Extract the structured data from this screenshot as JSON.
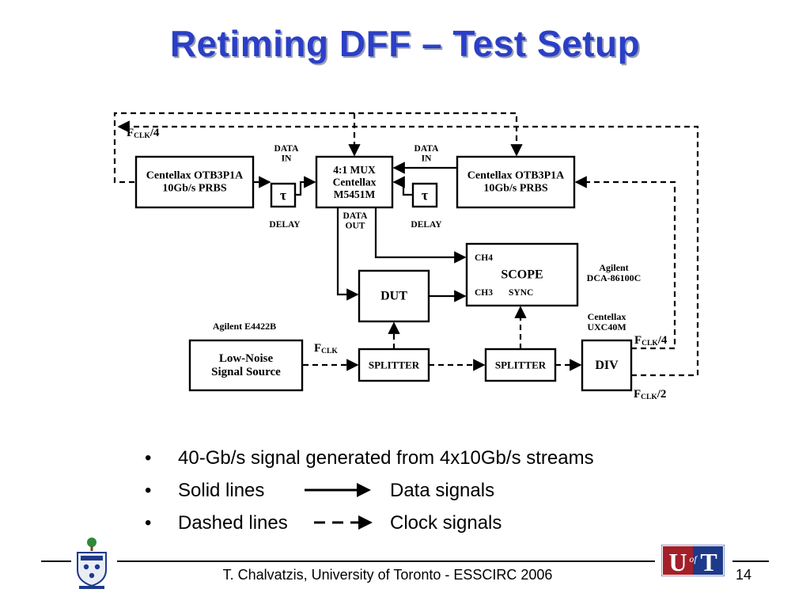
{
  "slide": {
    "title": "Retiming DFF – Test Setup",
    "bullets": [
      {
        "text": "40-Gb/s signal generated from 4x10Gb/s streams",
        "desc": ""
      },
      {
        "text": "Solid lines",
        "desc": "Data signals"
      },
      {
        "text": "Dashed lines",
        "desc": "Clock signals"
      }
    ],
    "footer": "T. Chalvatzis, University of Toronto - ESSCIRC 2006",
    "page_number": "14",
    "logo_text": "UofT",
    "colors": {
      "title": "#2b3fc7",
      "logo_red": "#a31f2a",
      "logo_blue": "#1d3a8a",
      "crest_blue": "#1d3a8a"
    }
  },
  "diagram": {
    "blocks": [
      {
        "id": "prbs-left",
        "lines": [
          "Centellax OTB3P1A",
          "10Gb/s PRBS"
        ]
      },
      {
        "id": "delay-left",
        "lines": [
          "τ"
        ]
      },
      {
        "id": "mux",
        "lines": [
          "4:1 MUX",
          "Centellax",
          "M5451M"
        ]
      },
      {
        "id": "delay-right",
        "lines": [
          "τ"
        ]
      },
      {
        "id": "prbs-right",
        "lines": [
          "Centellax OTB3P1A",
          "10Gb/s PRBS"
        ]
      },
      {
        "id": "scope",
        "lines": [
          "SCOPE"
        ]
      },
      {
        "id": "dut",
        "lines": [
          "DUT"
        ]
      },
      {
        "id": "source",
        "lines": [
          "Low-Noise",
          "Signal Source"
        ]
      },
      {
        "id": "splitter-1",
        "lines": [
          "SPLITTER"
        ]
      },
      {
        "id": "splitter-2",
        "lines": [
          "SPLITTER"
        ]
      },
      {
        "id": "div",
        "lines": [
          "DIV"
        ]
      }
    ],
    "labels": [
      {
        "id": "data-in-left",
        "lines": [
          "DATA",
          "IN"
        ]
      },
      {
        "id": "data-in-right",
        "lines": [
          "DATA",
          "IN"
        ]
      },
      {
        "id": "delay-label-left",
        "lines": [
          "DELAY"
        ]
      },
      {
        "id": "delay-label-right",
        "lines": [
          "DELAY"
        ]
      },
      {
        "id": "data-out",
        "lines": [
          "DATA",
          "OUT"
        ]
      },
      {
        "id": "ch4",
        "lines": [
          "CH4"
        ]
      },
      {
        "id": "ch3",
        "lines": [
          "CH3"
        ]
      },
      {
        "id": "sync",
        "lines": [
          "SYNC"
        ]
      },
      {
        "id": "agilent-scope",
        "lines": [
          "Agilent",
          "DCA-86100C"
        ]
      },
      {
        "id": "agilent-source",
        "lines": [
          "Agilent E4422B"
        ]
      },
      {
        "id": "centellax-div",
        "lines": [
          "Centellax",
          "UXC40M"
        ]
      }
    ],
    "freq_labels": [
      {
        "id": "fclk4-top",
        "main": "F",
        "sub": "CLK",
        "suffix": "/4"
      },
      {
        "id": "fclk",
        "main": "F",
        "sub": "CLK",
        "suffix": ""
      },
      {
        "id": "fclk4-right",
        "main": "F",
        "sub": "CLK",
        "suffix": "/4"
      },
      {
        "id": "fclk2",
        "main": "F",
        "sub": "CLK",
        "suffix": "/2"
      }
    ]
  }
}
